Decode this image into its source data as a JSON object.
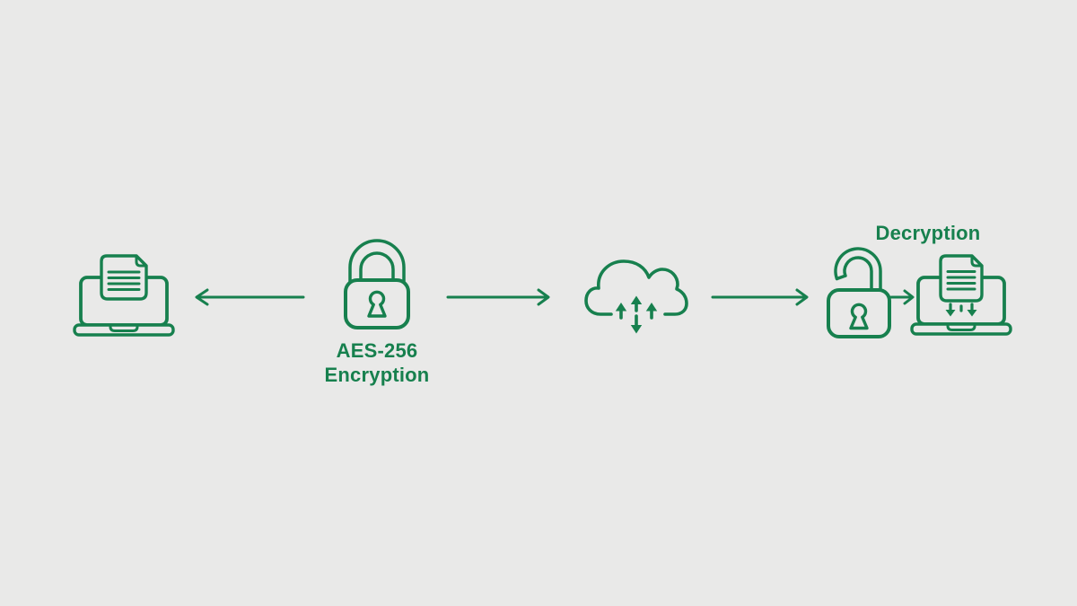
{
  "colors": {
    "background": "#e9e9e8",
    "accent": "#17804e"
  },
  "diagram": {
    "description": "encryption-flow",
    "nodes": [
      {
        "id": "source-laptop",
        "icon": "laptop-document-icon",
        "label": ""
      },
      {
        "id": "encryption-lock",
        "icon": "padlock-locked-icon",
        "label_line1": "AES-256",
        "label_line2": "Encryption"
      },
      {
        "id": "cloud-transfer",
        "icon": "cloud-sync-icon",
        "label": ""
      },
      {
        "id": "decryption-lock",
        "icon": "padlock-unlocked-icon",
        "label": "Decryption"
      },
      {
        "id": "destination-laptop",
        "icon": "laptop-download-icon",
        "label": ""
      }
    ],
    "connectors": [
      {
        "from": "encryption-lock",
        "to": "source-laptop",
        "direction": "left"
      },
      {
        "from": "encryption-lock",
        "to": "cloud-transfer",
        "direction": "right"
      },
      {
        "from": "cloud-transfer",
        "to": "decryption-lock",
        "direction": "right"
      },
      {
        "from": "decryption-lock",
        "to": "destination-laptop",
        "direction": "right"
      }
    ]
  }
}
